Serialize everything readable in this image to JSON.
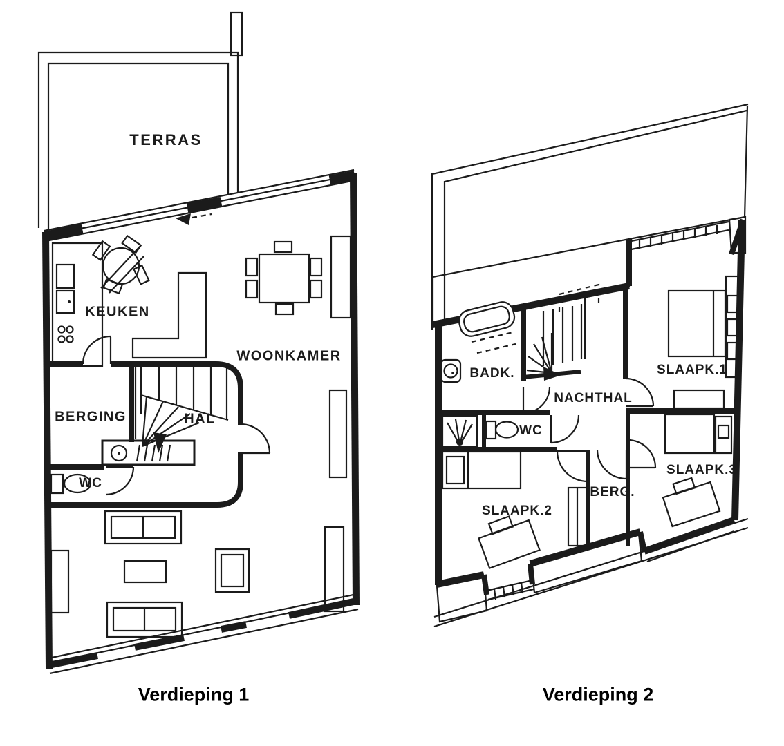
{
  "page": {
    "background": "#ffffff",
    "ink": "#1b1b1b",
    "kind": "architectural floor plan, two storeys"
  },
  "floor1": {
    "caption": "Verdieping 1",
    "rooms": {
      "terras": "TERRAS",
      "keuken": "KEUKEN",
      "woonkamer": "WOONKAMER",
      "berging": "BERGING",
      "hal": "HAL",
      "wc": "WC"
    }
  },
  "floor2": {
    "caption": "Verdieping 2",
    "rooms": {
      "badk": "BADK.",
      "nachthal": "NACHTHAL",
      "wc": "WC",
      "slaapk1": "SLAAPK.1",
      "slaapk2": "SLAAPK.2",
      "slaapk3": "SLAAPK.3",
      "berg": "BERG."
    }
  }
}
